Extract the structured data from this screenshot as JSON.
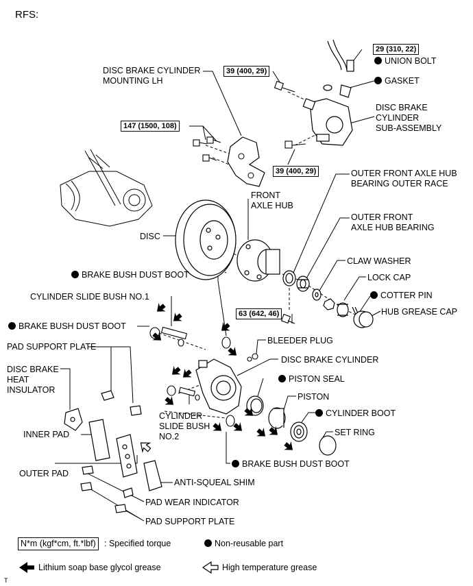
{
  "header": {
    "title": "RFS:"
  },
  "torques": {
    "union_bolt": "29 (310, 22)",
    "upper_bolt": "39 (400, 29)",
    "mount_bolt": "147 (1500, 108)",
    "lower_bolt": "39 (400, 29)",
    "hub_bolt": "63 (642, 46)"
  },
  "labels": {
    "union_bolt": "UNION BOLT",
    "gasket": "GASKET",
    "cyl_mounting": "DISC BRAKE CYLINDER\nMOUNTING LH",
    "cyl_subassy": "DISC BRAKE\nCYLINDER\nSUB-ASSEMBLY",
    "outer_race": "OUTER FRONT AXLE HUB\nBEARING OUTER RACE",
    "front_hub": "FRONT\nAXLE HUB",
    "outer_bearing": "OUTER FRONT\nAXLE HUB BEARING",
    "disc": "DISC",
    "claw_washer": "CLAW WASHER",
    "lock_cap": "LOCK CAP",
    "dust_boot_top": "BRAKE BUSH DUST BOOT",
    "cotter_pin": "COTTER PIN",
    "slide_bush_1": "CYLINDER SLIDE BUSH NO.1",
    "hub_grease_cap": "HUB GREASE CAP",
    "dust_boot_left": "BRAKE BUSH DUST BOOT",
    "bleeder_plug": "BLEEDER PLUG",
    "pad_support_top": "PAD SUPPORT PLATE",
    "disc_brake_cylinder": "DISC BRAKE CYLINDER",
    "heat_insulator": "DISC BRAKE\nHEAT\nINSULATOR",
    "piston_seal": "PISTON SEAL",
    "piston": "PISTON",
    "cylinder_boot": "CYLINDER BOOT",
    "slide_bush_2": "CYLINDER\nSLIDE BUSH\nNO.2",
    "inner_pad": "INNER PAD",
    "set_ring": "SET RING",
    "dust_boot_bottom": "BRAKE BUSH DUST BOOT",
    "outer_pad": "OUTER PAD",
    "anti_squeal": "ANTI-SQUEAL SHIM",
    "wear_indicator": "PAD WEAR INDICATOR",
    "pad_support_bottom": "PAD SUPPORT PLATE"
  },
  "legend": {
    "torque_box": "N*m (kgf*cm, ft.*lbf)",
    "torque_text": ": Specified torque",
    "nonreusable": "Non-reusable part",
    "lithium": "Lithium soap base glycol grease",
    "high_temp": "High temperature grease"
  },
  "footer": {
    "code": "T"
  }
}
